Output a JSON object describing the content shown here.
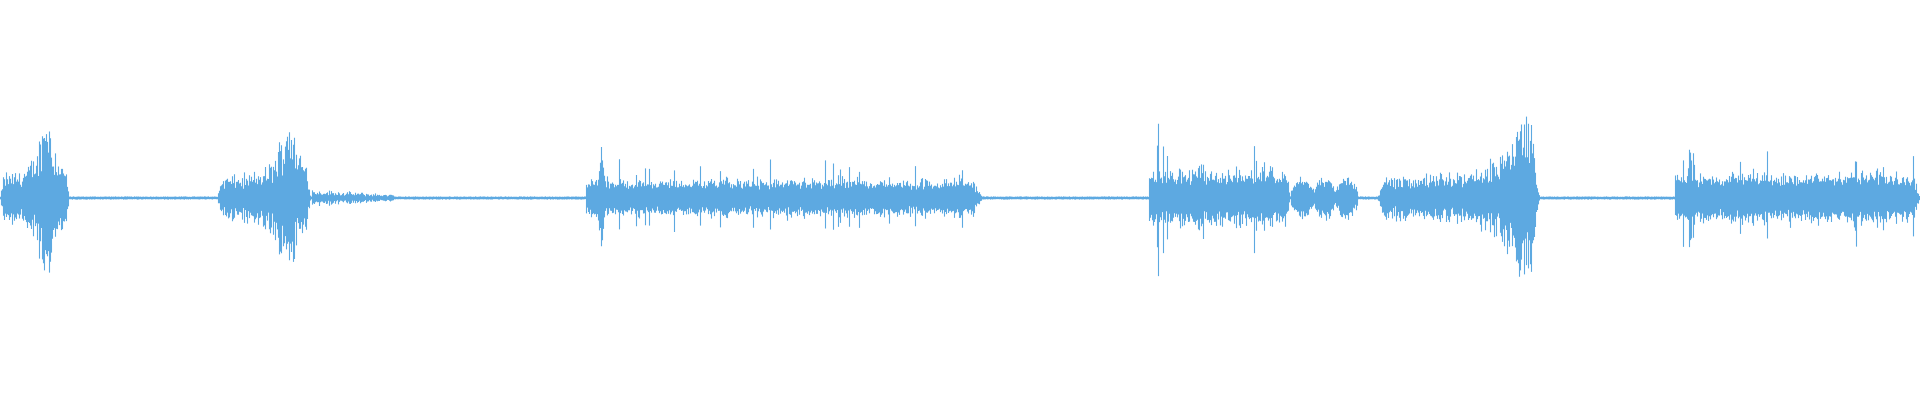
{
  "waveform": {
    "color": "#5DA9E1",
    "background": "#FFFFFF",
    "segments": [
      {
        "start": 0.0,
        "end": 0.036,
        "amplitude": 0.72,
        "peak_at": 0.024,
        "texture": "burst"
      },
      {
        "start": 0.113,
        "end": 0.162,
        "amplitude": 0.64,
        "peak_at": 0.15,
        "texture": "burst"
      },
      {
        "start": 0.162,
        "end": 0.205,
        "amplitude": 0.06,
        "peak_at": 0.185,
        "texture": "tail"
      },
      {
        "start": 0.305,
        "end": 0.512,
        "amplitude": 0.46,
        "peak_at": 0.313,
        "texture": "sustain"
      },
      {
        "start": 0.598,
        "end": 0.672,
        "amplitude": 0.7,
        "peak_at": 0.603,
        "texture": "sustain"
      },
      {
        "start": 0.672,
        "end": 0.707,
        "amplitude": 0.16,
        "peak_at": 0.69,
        "texture": "wiggle"
      },
      {
        "start": 0.717,
        "end": 0.802,
        "amplitude": 0.66,
        "peak_at": 0.793,
        "texture": "burst"
      },
      {
        "start": 0.872,
        "end": 1.0,
        "amplitude": 0.62,
        "peak_at": 0.88,
        "texture": "sustain"
      }
    ],
    "baseline_level": 0.01
  }
}
